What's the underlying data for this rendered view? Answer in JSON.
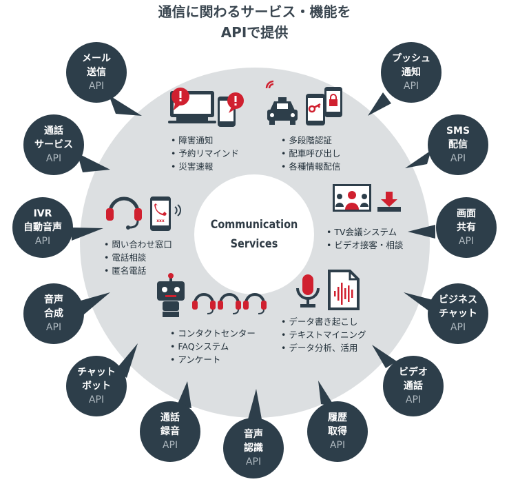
{
  "title": {
    "line1": "通信に関わるサービス・機能を",
    "line2": "APIで提供"
  },
  "center": {
    "line1": "Communication",
    "line2": "Services"
  },
  "api_suffix": "API",
  "nodes": [
    {
      "id": "mail",
      "lines": [
        "メール",
        "送信"
      ]
    },
    {
      "id": "call-service",
      "lines": [
        "通話",
        "サービス"
      ]
    },
    {
      "id": "ivr",
      "lines": [
        "IVR",
        "自動音声"
      ]
    },
    {
      "id": "tts",
      "lines": [
        "音声",
        "合成"
      ]
    },
    {
      "id": "chatbot",
      "lines": [
        "チャット",
        "ボット"
      ]
    },
    {
      "id": "recording",
      "lines": [
        "通話",
        "録音"
      ]
    },
    {
      "id": "speech-recognition",
      "lines": [
        "音声",
        "認識"
      ]
    },
    {
      "id": "history",
      "lines": [
        "履歴",
        "取得"
      ]
    },
    {
      "id": "video-call",
      "lines": [
        "ビデオ",
        "通話"
      ]
    },
    {
      "id": "business-chat",
      "lines": [
        "ビジネス",
        "チャット"
      ]
    },
    {
      "id": "screen-share",
      "lines": [
        "画面",
        "共有"
      ]
    },
    {
      "id": "sms",
      "lines": [
        "SMS",
        "配信"
      ]
    },
    {
      "id": "push",
      "lines": [
        "プッシュ",
        "通知"
      ]
    }
  ],
  "use_cases": {
    "alerts": [
      "障害通知",
      "予約リマインド",
      "災害速報"
    ],
    "auth": [
      "多段階認証",
      "配車呼び出し",
      "各種情報配信"
    ],
    "inquiry": [
      "問い合わせ窓口",
      "電話相談",
      "匿名電話"
    ],
    "video": [
      "TV会議システム",
      "ビデオ接客・相談"
    ],
    "contact": [
      "コンタクトセンター",
      "FAQシステム",
      "アンケート"
    ],
    "data": [
      "データ書き起こし",
      "テキストマイニング",
      "データ分析、活用"
    ]
  },
  "colors": {
    "node": "#2d3e4a",
    "ring": "#dcdfe1",
    "accent": "#d0202f",
    "api_text": "#aeb8bf"
  },
  "icons": [
    "monitor-alert-icon",
    "phone-alert-icon",
    "taxi-icon",
    "phone-key-icon",
    "phone-lock-icon",
    "video-conference-icon",
    "download-icon",
    "headset-icon",
    "phone-call-icon",
    "chatbot-icon",
    "headset-icon",
    "microphone-icon",
    "audio-file-icon"
  ]
}
